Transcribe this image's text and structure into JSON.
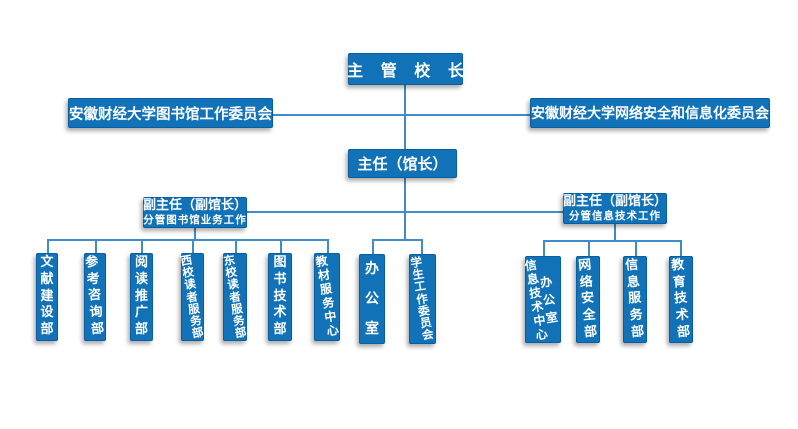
{
  "colors": {
    "box_fill": "#1172b8",
    "box_border": "#0a5da1",
    "connector_line": "#3f8cc8",
    "text": "#ffffff",
    "background": "#ffffff"
  },
  "nodes": {
    "president": "主 管 校 长",
    "committee_left": "安徽财经大学图书馆工作委员会",
    "committee_right": "安徽财经大学网络安全和信息化委员会",
    "director": "主任（馆长）",
    "deputy_left": {
      "title": "副主任（副馆长）",
      "subtitle": "分管图书馆业务工作"
    },
    "deputy_right": {
      "title": "副主任（副馆长）",
      "subtitle": "分管信息技术工作"
    },
    "departments_left": [
      "文献建设部",
      "参考咨询部",
      "阅读推广部",
      "西校读者服务部",
      "东校读者服务部",
      "图书技术部",
      "教材服务中心"
    ],
    "departments_middle": [
      "办公室",
      "学生工作委员会"
    ],
    "departments_right": [
      {
        "columns": [
          "信息技术中心",
          "办公室"
        ]
      },
      "网络安全部",
      "信息服务部",
      "教育技术部"
    ]
  }
}
